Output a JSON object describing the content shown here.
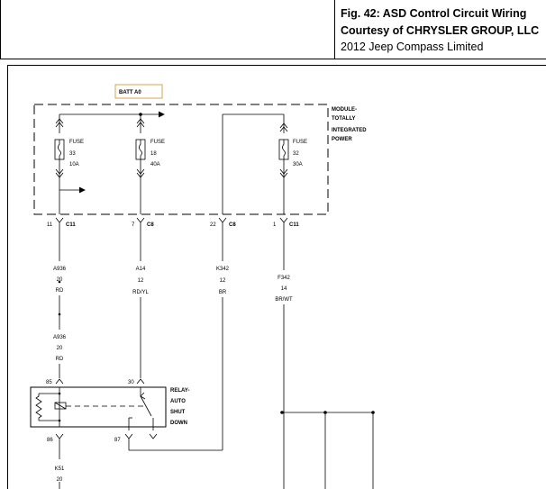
{
  "header": {
    "line1": "Fig. 42: ASD Control Circuit Wiring",
    "line2": "Courtesy of CHRYSLER GROUP, LLC",
    "line3": "2012 Jeep Compass Limited"
  },
  "diagram": {
    "batt_label": "BATT A0",
    "module": [
      "MODULE-",
      "TOTALLY",
      "INTEGRATED",
      "POWER"
    ],
    "fuses": [
      {
        "l1": "FUSE",
        "l2": "33",
        "l3": "10A"
      },
      {
        "l1": "FUSE",
        "l2": "18",
        "l3": "40A"
      },
      {
        "l1": "FUSE",
        "l2": "32",
        "l3": "30A"
      }
    ],
    "connectors": [
      {
        "pin": "11",
        "conn": "C11"
      },
      {
        "pin": "7",
        "conn": "C8"
      },
      {
        "pin": "22",
        "conn": "C8"
      },
      {
        "pin": "1",
        "conn": "C11"
      }
    ],
    "wires": [
      {
        "circuit": "A936",
        "gauge": "20",
        "color": "RD"
      },
      {
        "circuit": "A14",
        "gauge": "12",
        "color": "RD/YL"
      },
      {
        "circuit": "K342",
        "gauge": "12",
        "color": "BR"
      },
      {
        "circuit": "F342",
        "gauge": "14",
        "color": "BR/WT"
      },
      {
        "circuit": "A936",
        "gauge": "20",
        "color": "RD"
      },
      {
        "circuit": "K51",
        "gauge": "20",
        "color": ""
      }
    ],
    "relay": {
      "label": [
        "RELAY-",
        "AUTO",
        "SHUT",
        "DOWN"
      ],
      "pins": [
        "85",
        "30",
        "86",
        "87"
      ]
    }
  }
}
